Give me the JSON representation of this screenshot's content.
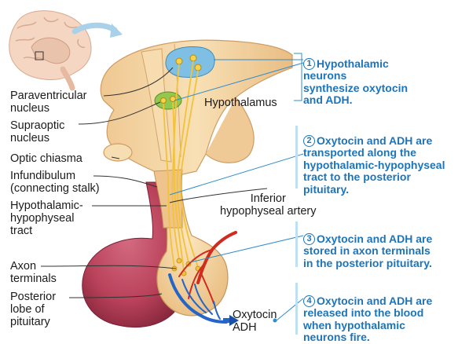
{
  "labels": {
    "paraventricular": "Paraventricular\nnucleus",
    "supraoptic": "Supraoptic\nnucleus",
    "optic_chiasma": "Optic chiasma",
    "infundibulum": "Infundibulum\n(connecting stalk)",
    "hh_tract": "Hypothalamic-\nhypophyseal\ntract",
    "axon_terminals": "Axon\nterminals",
    "posterior_lobe": "Posterior\nlobe of\npituitary",
    "hypothalamus": "Hypothalamus",
    "inferior_artery": "Inferior\nhypophyseal artery",
    "oxytocin_adh": "Oxytocin\nADH"
  },
  "steps": [
    {
      "num": "1",
      "text": "Hypothalamic\nneurons\nsynthesize oxytocin\nand ADH."
    },
    {
      "num": "2",
      "text": "Oxytocin and ADH are\ntransported along the\nhypothalamic-hypophyseal\ntract to the posterior\npituitary."
    },
    {
      "num": "3",
      "text": "Oxytocin and ADH are\nstored in axon terminals\nin the posterior pituitary."
    },
    {
      "num": "4",
      "text": "Oxytocin and ADH are\nreleased into the blood\nwhen hypothalamic\nneurons fire."
    }
  ],
  "colors": {
    "accent": "#1d74b8",
    "tissue": "#f3d6a6",
    "tissue_dark": "#e2b57a",
    "lobe": "#b9425a",
    "lobe_shadow": "#8c2a41",
    "artery": "#d12a1f",
    "vein": "#2565c7",
    "nucleus_blue": "#6fb4dc",
    "nucleus_green": "#8ac24a",
    "axon": "#f2c23a"
  }
}
